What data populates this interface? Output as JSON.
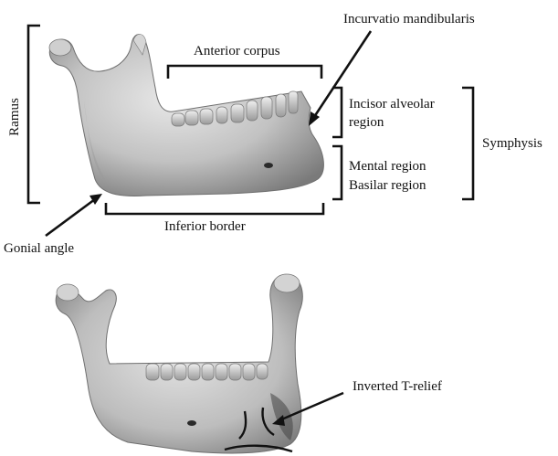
{
  "labels": {
    "ramus": "Ramus",
    "anterior_corpus": "Anterior corpus",
    "incurvatio": "Incurvatio mandibularis",
    "incisor_alveolar_line1": "Incisor alveolar",
    "incisor_alveolar_line2": "region",
    "mental_region": "Mental region",
    "basilar_region": "Basilar region",
    "symphysis": "Symphysis",
    "inferior_border": "Inferior border",
    "gonial_angle": "Gonial angle",
    "inverted_t_relief": "Inverted T-relief"
  },
  "colors": {
    "bone_light": "#e2e2e2",
    "bone_mid": "#b4b4b4",
    "bone_dark": "#6f6f6f",
    "line": "#111111"
  },
  "icons": {
    "mandible_lateral": "mandible-lateral-view",
    "mandible_frontal": "mandible-frontal-view"
  }
}
